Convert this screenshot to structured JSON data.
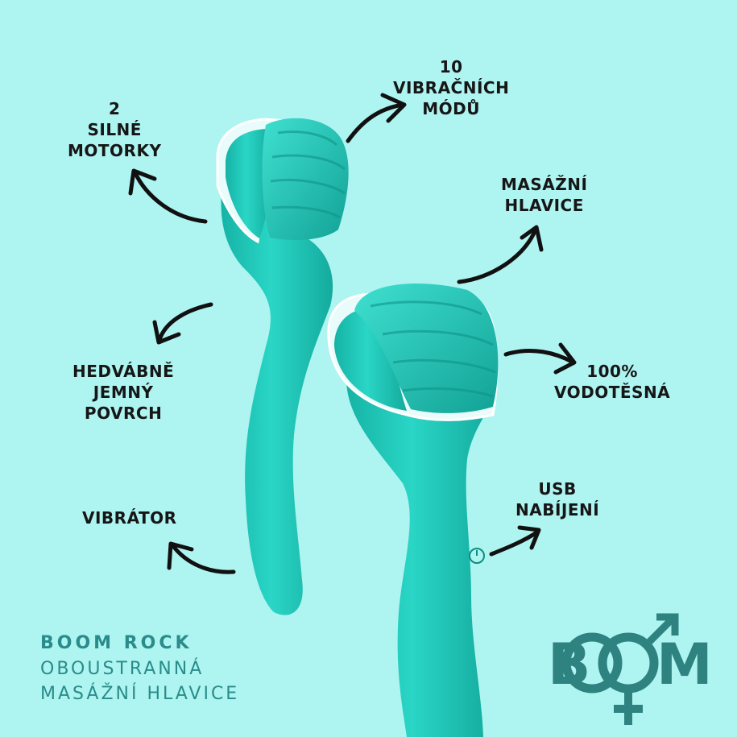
{
  "features": {
    "motors": [
      "2",
      "SILNÉ",
      "MOTORKY"
    ],
    "modes": [
      "10",
      "VIBRAČNÍCH",
      "MÓDŮ"
    ],
    "head": [
      "MASÁŽNÍ",
      "HLAVICE"
    ],
    "surface": [
      "HEDVÁBNĚ",
      "JEMNÝ",
      "POVRCH"
    ],
    "waterproof": [
      "100%",
      "VODOTĚSNÁ"
    ],
    "vibrator": [
      "VIBRÁTOR"
    ],
    "usb": [
      "USB",
      "NABÍJENÍ"
    ]
  },
  "product": {
    "name": "BOOM ROCK",
    "line2": "OBOUSTRANNÁ",
    "line3": "MASÁŽNÍ HLAVICE"
  },
  "logo": {
    "b": "B",
    "m": "M"
  },
  "colors": {
    "background": "#aef4f1",
    "product": "#1fc9b9",
    "brand": "#2a8c8a"
  }
}
